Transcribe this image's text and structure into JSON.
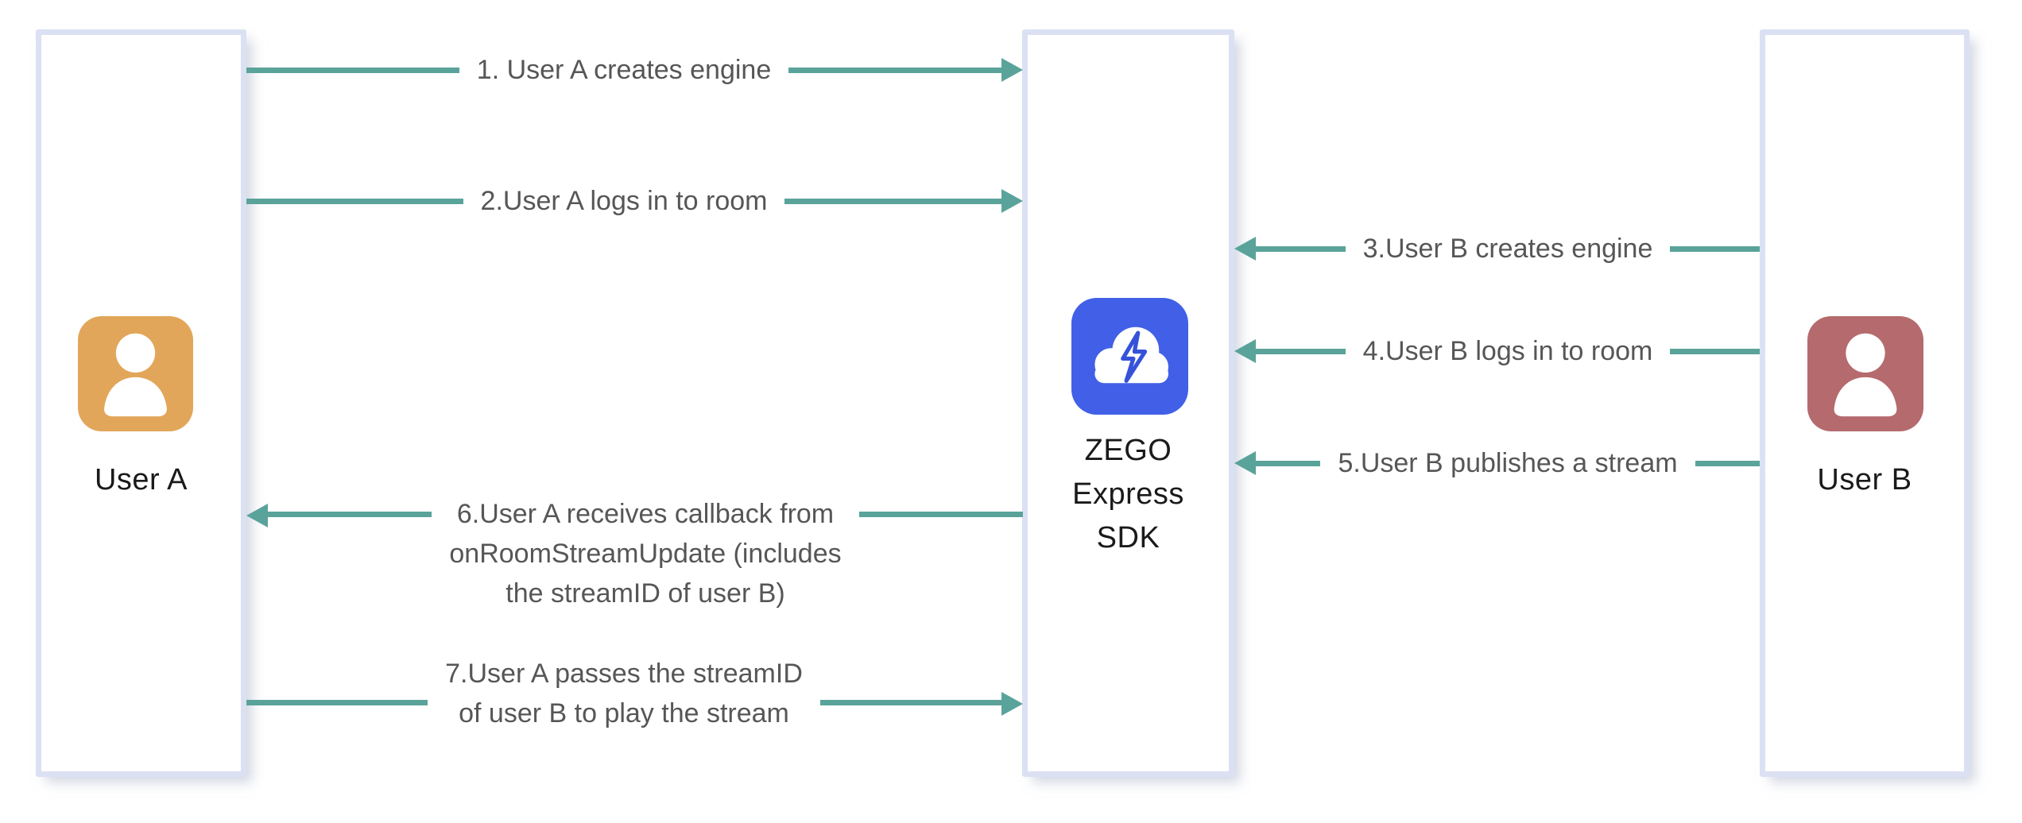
{
  "entities": {
    "user_a": {
      "label": "User A"
    },
    "sdk": {
      "label": "ZEGO Express SDK",
      "lines": [
        "ZEGO",
        "Express",
        "SDK"
      ]
    },
    "user_b": {
      "label": "User B"
    }
  },
  "arrows": [
    {
      "num": 1,
      "label": "1. User A creates engine",
      "from": "User A",
      "to": "ZEGO Express SDK",
      "direction": "right"
    },
    {
      "num": 2,
      "label": "2.User A logs in to room",
      "from": "User A",
      "to": "ZEGO Express SDK",
      "direction": "right"
    },
    {
      "num": 3,
      "label": "3.User B creates engine",
      "from": "User B",
      "to": "ZEGO Express SDK",
      "direction": "left"
    },
    {
      "num": 4,
      "label": "4.User B logs in to room",
      "from": "User B",
      "to": "ZEGO Express SDK",
      "direction": "left"
    },
    {
      "num": 5,
      "label": "5.User B publishes a stream",
      "from": "User B",
      "to": "ZEGO Express SDK",
      "direction": "left"
    },
    {
      "num": 6,
      "label": "6.User A receives callback from onRoomStreamUpdate (includes the streamID of user B)",
      "lines": [
        "6.User A receives callback from",
        "onRoomStreamUpdate (includes",
        "the streamID of user B)"
      ],
      "from": "ZEGO Express SDK",
      "to": "User A",
      "direction": "left"
    },
    {
      "num": 7,
      "label": "7.User A passes the streamID of user B to play the stream",
      "lines": [
        "7.User A passes the streamID",
        "of user B to play the stream"
      ],
      "from": "User A",
      "to": "ZEGO Express SDK",
      "direction": "right"
    }
  ],
  "colors": {
    "arrow": "#5aa39a",
    "box_border": "#dbe1f3",
    "label_text": "#565656",
    "entity_text": "#1a1a1a",
    "avatar_a": "#e2a65a",
    "avatar_b": "#b56a6d",
    "sdk_blue": "#4160e7",
    "sdk_bolt": "#3652d9"
  }
}
